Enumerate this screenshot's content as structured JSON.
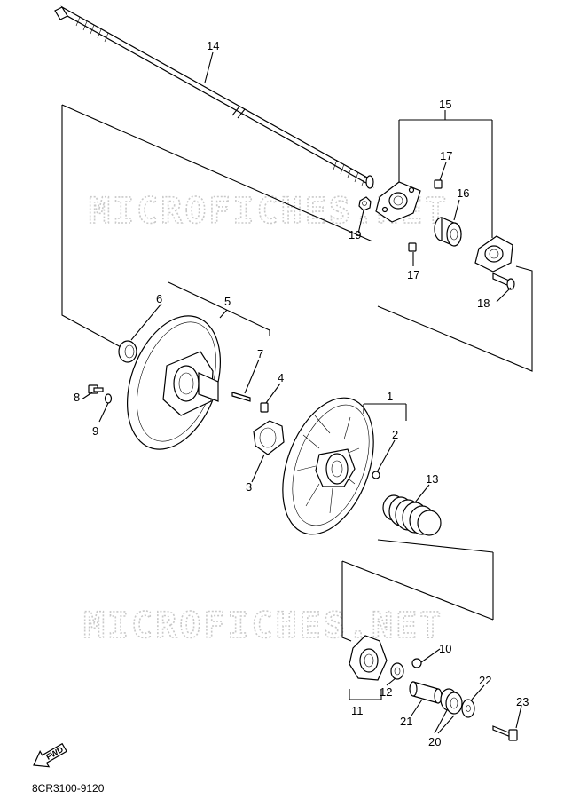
{
  "watermark": {
    "top": "MICROFICHES.NET",
    "bottom": "MICROFICHES.NET"
  },
  "callouts": [
    {
      "id": "1",
      "text": "1"
    },
    {
      "id": "2",
      "text": "2"
    },
    {
      "id": "3",
      "text": "3"
    },
    {
      "id": "4",
      "text": "4"
    },
    {
      "id": "5",
      "text": "5"
    },
    {
      "id": "6",
      "text": "6"
    },
    {
      "id": "7",
      "text": "7"
    },
    {
      "id": "8",
      "text": "8"
    },
    {
      "id": "9",
      "text": "9"
    },
    {
      "id": "10",
      "text": "10"
    },
    {
      "id": "11",
      "text": "11"
    },
    {
      "id": "12",
      "text": "12"
    },
    {
      "id": "13",
      "text": "13"
    },
    {
      "id": "14",
      "text": "14"
    },
    {
      "id": "15",
      "text": "15"
    },
    {
      "id": "16",
      "text": "16"
    },
    {
      "id": "17a",
      "text": "17"
    },
    {
      "id": "17b",
      "text": "17"
    },
    {
      "id": "18",
      "text": "18"
    },
    {
      "id": "19",
      "text": "19"
    },
    {
      "id": "20",
      "text": "20"
    },
    {
      "id": "21",
      "text": "21"
    },
    {
      "id": "22",
      "text": "22"
    },
    {
      "id": "23",
      "text": "23"
    }
  ],
  "direction_badge": "FWD",
  "diagram_code": "8CR3100-9120"
}
